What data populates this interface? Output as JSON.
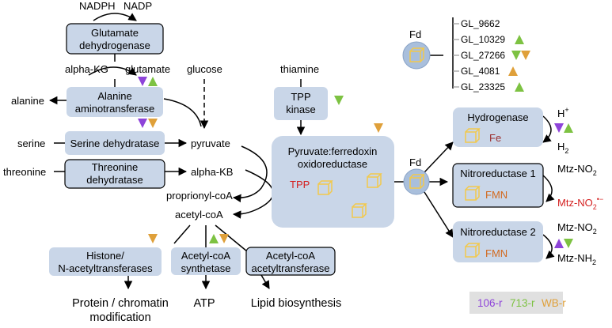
{
  "metabolites": {
    "nadph": "NADPH",
    "nadp": "NADP",
    "alpha_kg": "alpha-KG",
    "glutamate": "glutamate",
    "glucose": "glucose",
    "alanine": "alanine",
    "thiamine": "thiamine",
    "serine": "serine",
    "pyruvate": "pyruvate",
    "threonine": "threonine",
    "alpha_kb": "alpha-KB",
    "propionyl_coa": "proprionyl-coA",
    "acetyl_coa": "acetyl-coA",
    "h_plus": "H",
    "h_plus_sup": "+",
    "h2": "H",
    "h2_sub": "2",
    "mtz_no2_a": "Mtz-NO",
    "mtz_no2_a_sub": "2",
    "mtz_no2_radical": "Mtz-NO",
    "mtz_no2_radical_sub": "2",
    "mtz_no2_radical_sup": "•−",
    "mtz_no2_b": "Mtz-NO",
    "mtz_no2_b_sub": "2",
    "mtz_nh2": "Mtz-NH",
    "mtz_nh2_sub": "2"
  },
  "enzymes": {
    "glutamate_dh_1": "Glutamate",
    "glutamate_dh_2": "dehydrogenase",
    "alanine_at_1": "Alanine",
    "alanine_at_2": "aminotransferase",
    "tpp_kinase_1": "TPP",
    "tpp_kinase_2": "kinase",
    "serine_dh": "Serine dehydratase",
    "threonine_dh_1": "Threonine",
    "threonine_dh_2": "dehydratase",
    "pfor_1": "Pyruvate:ferredoxin",
    "pfor_2": "oxidoreductase",
    "pfor_cofactor": "TPP",
    "hydrogenase": "Hydrogenase",
    "hydrogenase_cofactor": "Fe",
    "nitroreductase1": "Nitroreductase 1",
    "nitroreductase1_cofactor": "FMN",
    "nitroreductase2": "Nitroreductase 2",
    "nitroreductase2_cofactor": "FMN",
    "histone_1": "Histone/",
    "histone_2": "N-acetyltransferases",
    "acs_1": "Acetyl-coA",
    "acs_2": "synthetase",
    "acat_1": "Acetyl-coA",
    "acat_2": "acetyltransferase"
  },
  "ferredoxin": {
    "label_top": "Fd",
    "label_center": "Fd",
    "genes": [
      "GL_9662",
      "GL_10329",
      "GL_27266",
      "GL_4081",
      "GL_23325"
    ]
  },
  "outcomes": {
    "protein_1": "Protein / chromatin",
    "protein_2": "modification",
    "atp": "ATP",
    "lipid": "Lipid biosynthesis"
  },
  "legend": {
    "r106": "106-r",
    "r713": "713-r",
    "wbr": "WB-r"
  },
  "colors": {
    "box_fill": "#c9d6e8",
    "cube": "#f2c94c",
    "red_text": "#d42020",
    "cofactor_orange": "#d2691e",
    "purple": "#8e44d9",
    "green": "#7dc242",
    "orange": "#dfa03a",
    "legend_bg": "#e0e0e0"
  },
  "markers": [
    {
      "id": "glutamate-purple-down",
      "dir": "down",
      "color": "purple"
    },
    {
      "id": "glutamate-green-up",
      "dir": "up",
      "color": "green"
    },
    {
      "id": "alanine-at-purple-down",
      "dir": "down",
      "color": "purple"
    },
    {
      "id": "alanine-at-orange-down",
      "dir": "down",
      "color": "orange"
    },
    {
      "id": "tpp-kinase-green-down",
      "dir": "down",
      "color": "green"
    },
    {
      "id": "pfor-orange-down",
      "dir": "down",
      "color": "orange"
    },
    {
      "id": "gl10329-green-up",
      "dir": "up",
      "color": "green"
    },
    {
      "id": "gl27266-green-down",
      "dir": "down",
      "color": "green"
    },
    {
      "id": "gl27266-orange-down",
      "dir": "down",
      "color": "orange"
    },
    {
      "id": "gl4081-orange-up",
      "dir": "up",
      "color": "orange"
    },
    {
      "id": "gl23325-green-up",
      "dir": "up",
      "color": "green"
    },
    {
      "id": "hydrogenase-purple-down",
      "dir": "down",
      "color": "purple"
    },
    {
      "id": "hydrogenase-green-up",
      "dir": "up",
      "color": "green"
    },
    {
      "id": "nitroreductase2-purple-up",
      "dir": "up",
      "color": "purple"
    },
    {
      "id": "nitroreductase2-green-down",
      "dir": "down",
      "color": "green"
    },
    {
      "id": "histone-orange-down",
      "dir": "down",
      "color": "orange"
    },
    {
      "id": "acs-green-up",
      "dir": "up",
      "color": "green"
    },
    {
      "id": "acs-orange-down",
      "dir": "down",
      "color": "orange"
    }
  ]
}
